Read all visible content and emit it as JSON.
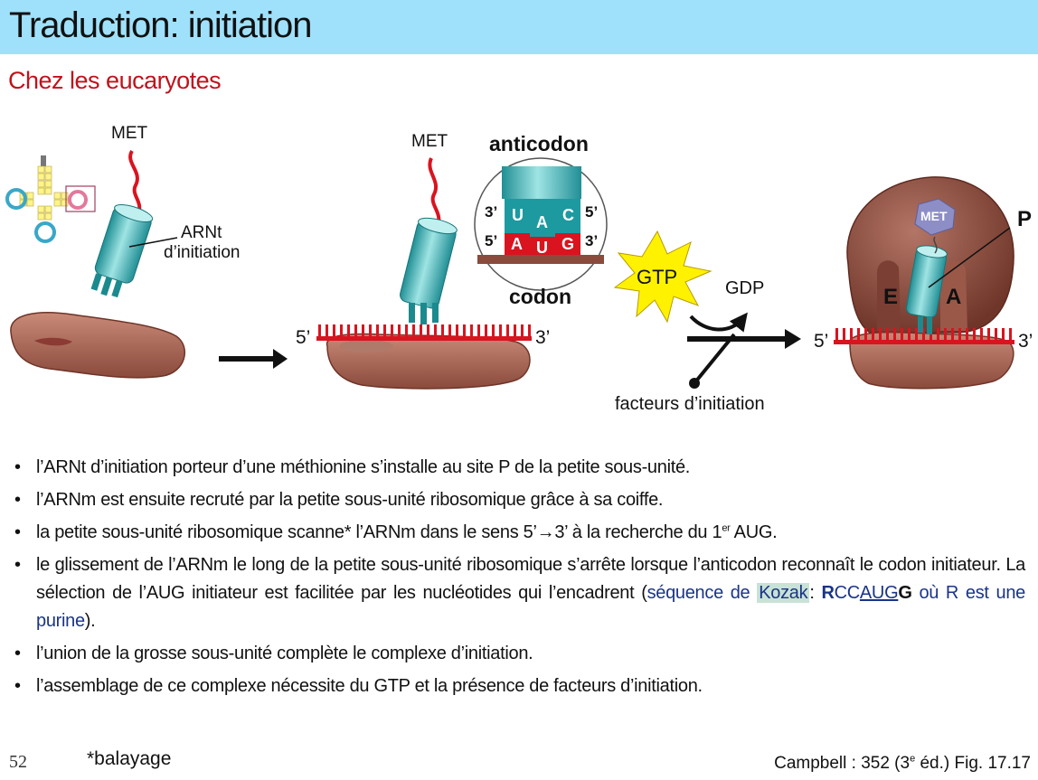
{
  "header": {
    "title": "Traduction: initiation",
    "subtitle": "Chez les eucaryotes"
  },
  "diagram": {
    "met_label_1": "MET",
    "met_label_2": "MET",
    "met_label_3": "MET",
    "trna_label_line1": "ARNt",
    "trna_label_line2": "d’initiation",
    "anticodon_label": "anticodon",
    "codon_label": "codon",
    "anticodon_bases": [
      "U",
      "A",
      "C"
    ],
    "codon_bases": [
      "A",
      "U",
      "G"
    ],
    "end_3": "3’",
    "end_5": "5’",
    "gtp_label": "GTP",
    "gdp_label": "GDP",
    "factors_label": "facteurs d’initiation",
    "site_p": "P",
    "site_e": "E",
    "site_a": "A",
    "colors": {
      "ribosome": "#8a4a3c",
      "trna": "#3fb5b5",
      "mrna": "#d9141f",
      "gtp_star": "#fff200",
      "met_hexagon": "#8d8ec6"
    }
  },
  "bullets": {
    "b1": "l’ARNt d’initiation porteur d’une méthionine s’installe au site P de la petite sous-unité.",
    "b2": "l’ARNm est ensuite recruté par la petite sous-unité ribosomique grâce à sa coiffe.",
    "b3_before": "la petite sous-unité ribosomique scanne* l’ARNm dans le sens 5’→3’ à la recherche du 1",
    "b3_sup": "er",
    "b3_after": " AUG.",
    "b4_text": "le glissement de l’ARNm le long de la petite sous-unité ribosomique s’arrête lorsque l’anticodon reconnaît le codon initiateur. La sélection de l’AUG initiateur est facilitée par les nucléotides qui l’encadrent (",
    "b4_seq_label": "séquence de ",
    "b4_kozak": "Kozak",
    "b4_colon": ":",
    "b4_r": "R",
    "b4_cc": "CC",
    "b4_aug": "AUG",
    "b4_g": "G",
    "b4_purine": " où R est une purine",
    "b4_close": ").",
    "b5": "l’union de la grosse sous-unité complète le complexe d’initiation.",
    "b6": "l’assemblage de ce complexe nécessite du GTP et la présence de facteurs d’initiation."
  },
  "footer": {
    "page_number": "52",
    "note": "*balayage",
    "source_before": "Campbell : 352 (3",
    "source_sup": "e",
    "source_after": " éd.) Fig. 17.17"
  }
}
